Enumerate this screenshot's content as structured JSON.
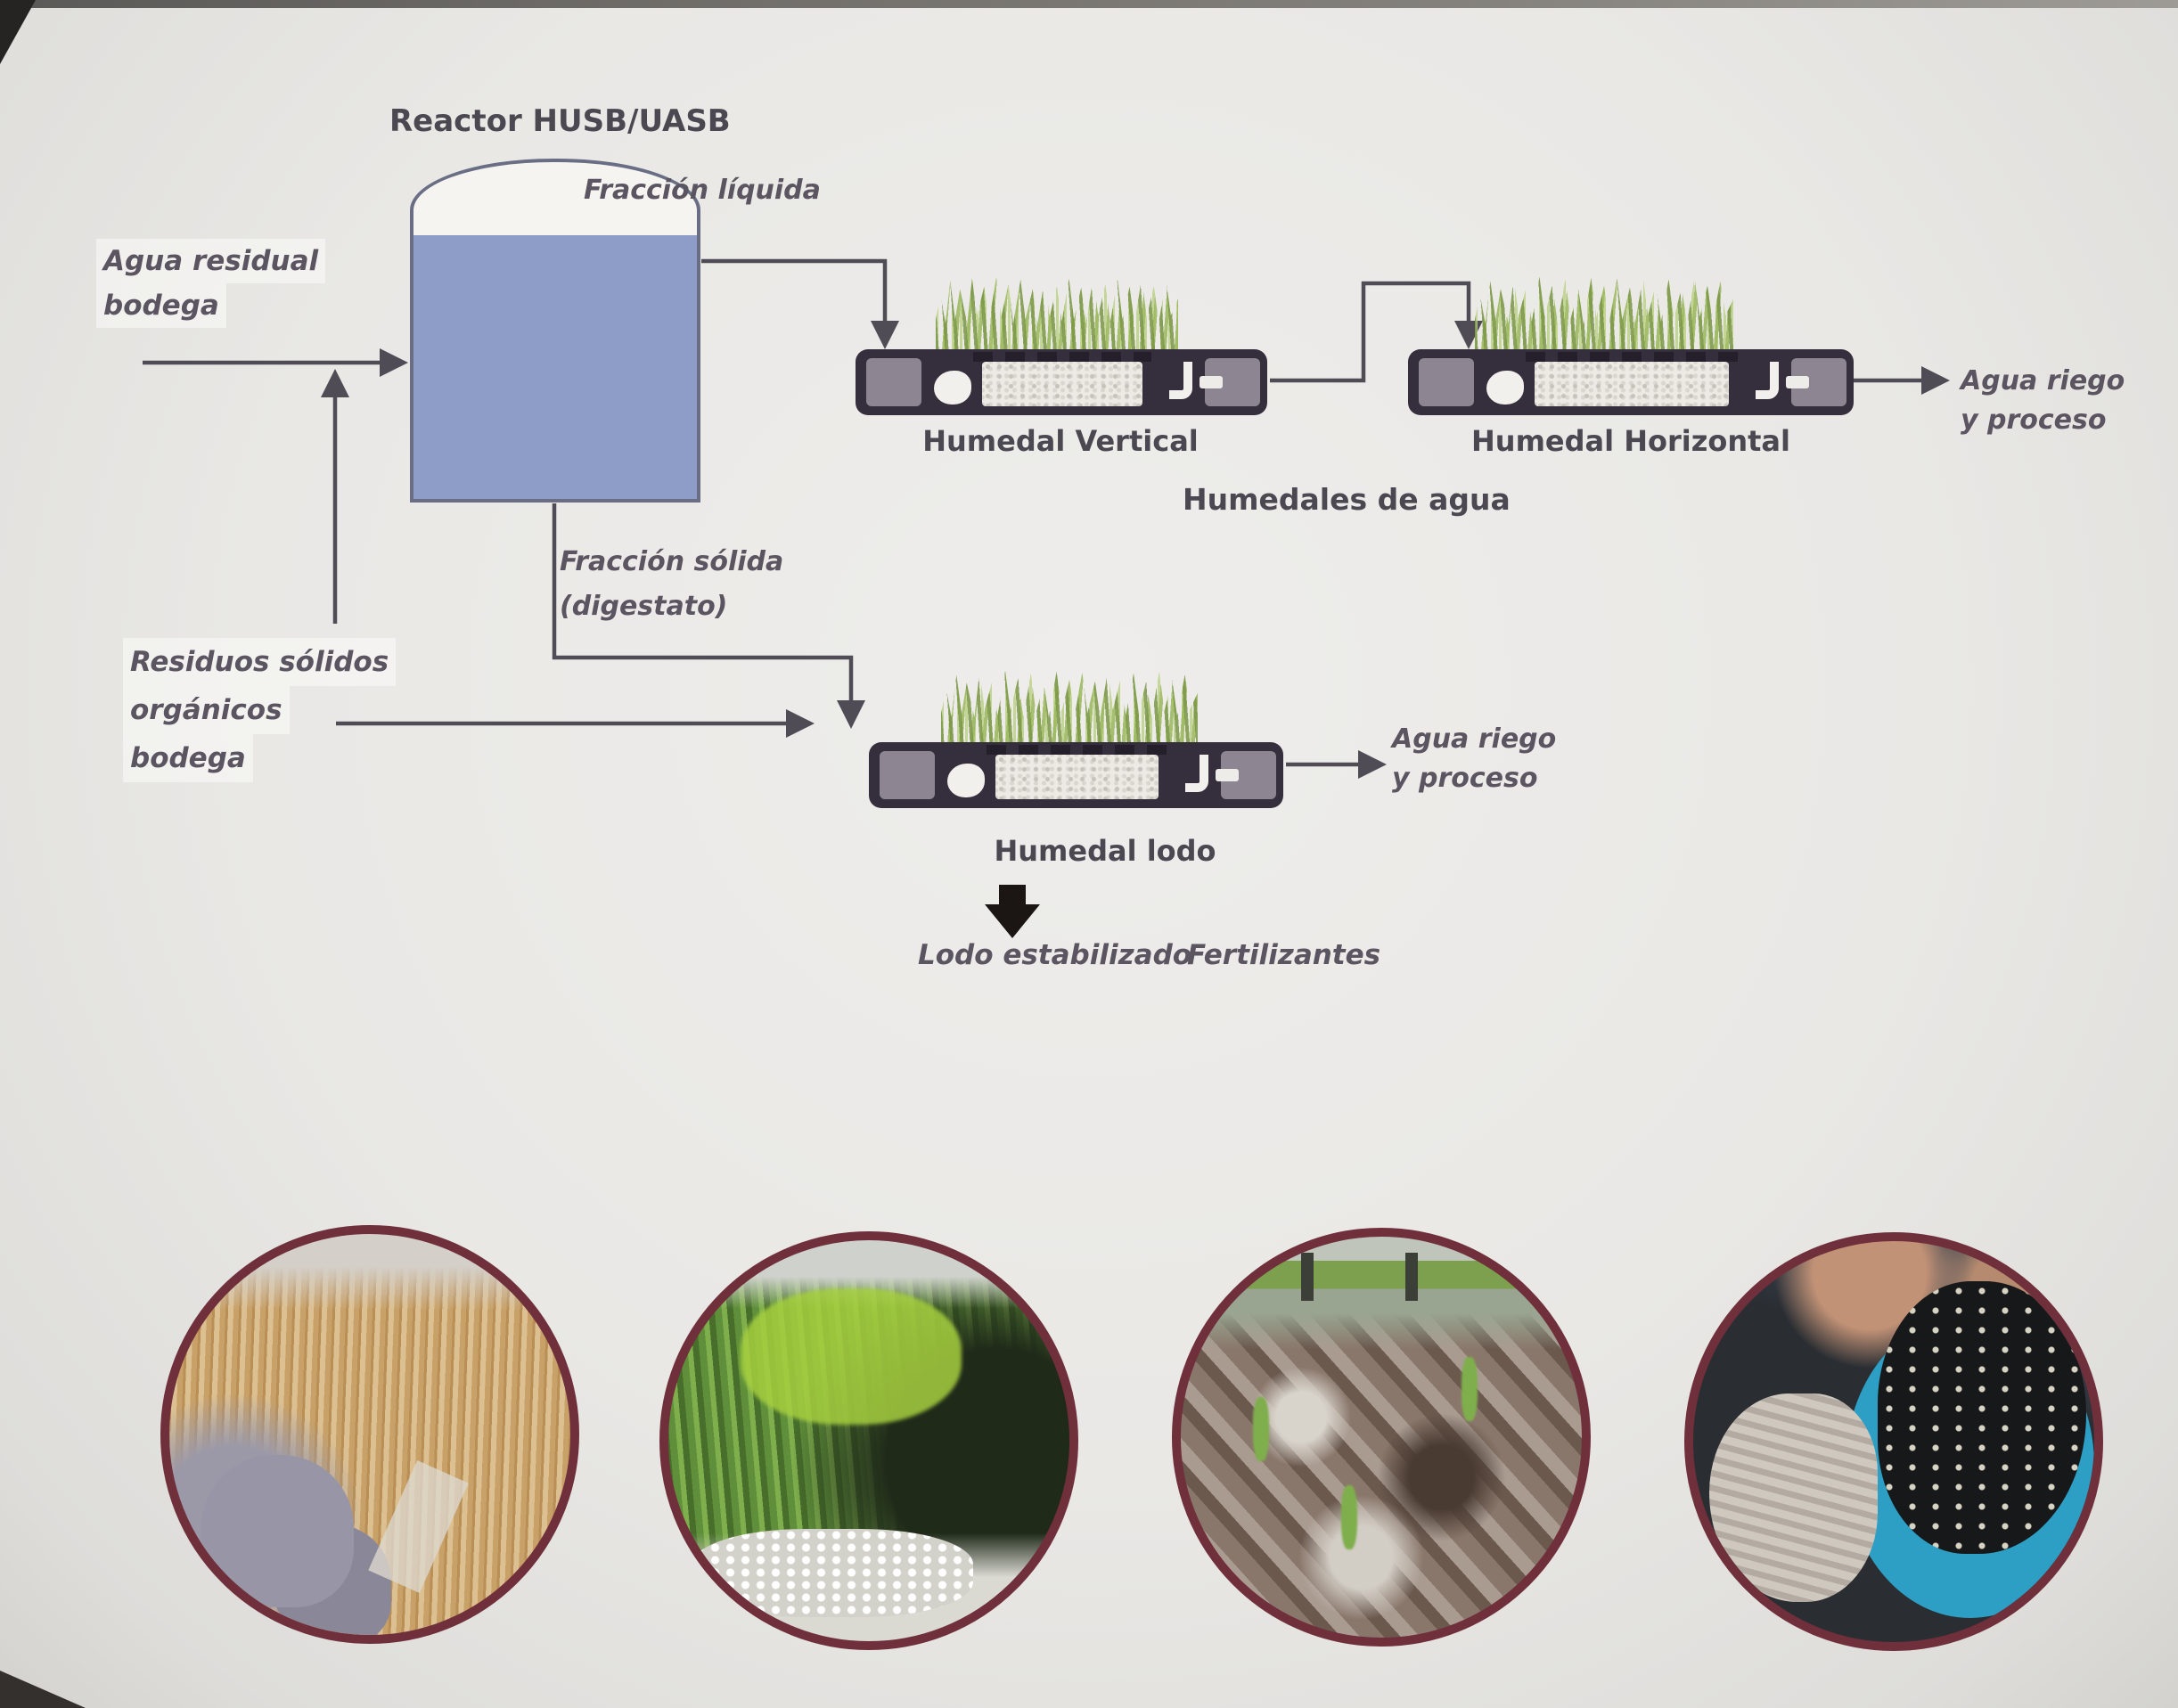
{
  "diagram": {
    "reactor_title": "Reactor HUSB/UASB",
    "inputs": {
      "agua_residual": {
        "line1": "Agua residual",
        "line2": "bodega"
      },
      "residuos": {
        "line1": "Residuos sólidos",
        "line2": "orgánicos",
        "line3": "bodega"
      }
    },
    "streams": {
      "fraccion_liquida": "Fracción líquida",
      "fraccion_solida": {
        "line1": "Fracción sólida",
        "line2": "(digestato)"
      }
    },
    "wetlands": {
      "vertical_label": "Humedal Vertical",
      "horizontal_label": "Humedal Horizontal",
      "group_label": "Humedales de agua",
      "lodo_label": "Humedal lodo"
    },
    "outputs": {
      "agua_riego_1": {
        "line1": "Agua riego",
        "line2": "y proceso"
      },
      "agua_riego_2": {
        "line1": "Agua riego",
        "line2": "y proceso"
      },
      "lodo_estabilizado": "Lodo estabilizado",
      "fertilizantes": "Fertilizantes"
    },
    "colors": {
      "tank_water": "#8d9dc8",
      "flow_line": "#4f4c55",
      "bed_dark": "#352f3d",
      "grass_green": "#9cb86b",
      "photo_border": "#6f2f3b",
      "background": "#e9e8e5",
      "text": "#55515a"
    },
    "photos": [
      {
        "subject": "dried straw reeds in wetland bed"
      },
      {
        "subject": "lush green wetland plants over white gravel"
      },
      {
        "subject": "muddy sludge drying bed with seedlings"
      },
      {
        "subject": "gloved hands holding dark fertilizer compost in blue bowl"
      }
    ]
  }
}
